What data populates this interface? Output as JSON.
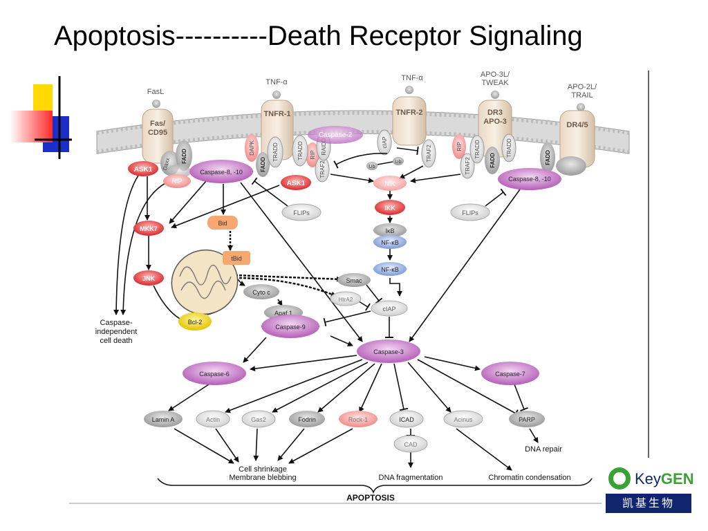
{
  "title": "Apoptosis----------Death Receptor Signaling",
  "ligands": {
    "fasl": "FasL",
    "tnf_a_1": "TNF-α",
    "tnf_a_2": "TNF-α",
    "apo3l_1": "APO-3L/",
    "apo3l_2": "TWEAK",
    "apo2l_1": "APO-2L/",
    "apo2l_2": "TRAIL"
  },
  "receptors": {
    "fas_1": "Fas/",
    "fas_2": "CD95",
    "tnfr1": "TNFR-1",
    "tnfr2": "TNFR-2",
    "dr3_1": "DR3",
    "dr3_2": "APO-3",
    "dr45": "DR4/5"
  },
  "adaptors": {
    "daxx": "Daxx",
    "fadd1": "FADD",
    "dapk": "DAPK",
    "fadd2": "FADD",
    "tradd1": "TRADD",
    "rip1": "RIP",
    "traf2a": "TRAF2",
    "raidd": "RAIDD",
    "caspase2": "Caspase-2",
    "tradd2": "TRADD",
    "ciap_top": "cIAP",
    "traf2b": "TRAF2",
    "ub1": "Ub",
    "ub2": "Ub",
    "rip2": "RIP",
    "traf2c": "TRAF2",
    "tradd3": "TRADD",
    "fadd3": "FADD",
    "tradd4": "TRADD",
    "fadd4": "FADD"
  },
  "nodes": {
    "ask1_left": "ASK1",
    "rip_left": "RIP",
    "caspase810_left": "Caspase-8, -10",
    "ask1_mid": "ASK1",
    "flips_left": "FLIPs",
    "nik": "NIK",
    "ikk": "IKK",
    "ikb": "IκB",
    "nfkb1": "NF-κB",
    "nfkb2": "NF-κB",
    "caspase810_right": "Caspase-8, -10",
    "flips_right": "FLIPs",
    "mkk7": "MKK7",
    "bid": "Bid",
    "tbid": "tBid",
    "jnk": "JNK",
    "bcl2": "Bcl-2",
    "cytoc": "Cyto c",
    "apaf1": "Apaf 1",
    "caspase9": "Caspase-9",
    "smac": "Smac",
    "htra2": "HtrA2",
    "ciap": "cIAP",
    "caspase3": "Caspase-3",
    "caspase6": "Caspase-6",
    "caspase7": "Caspase-7",
    "lamin_a": "Lamin A",
    "actin": "Actin",
    "gas2": "Gas2",
    "fodrin": "Fodrin",
    "rock1": "Rock-1",
    "icad": "ICAD",
    "cad": "CAD",
    "acinus": "Acinus",
    "parp": "PARP"
  },
  "labels": {
    "caspase_indep_1": "Caspase-",
    "caspase_indep_2": "independent",
    "caspase_indep_3": "cell death",
    "dna_repair": "DNA repair",
    "cell_shrink_1": "Cell shrinkage",
    "cell_shrink_2": "Membrane blebbing",
    "dna_frag": "DNA fragmentation",
    "chromatin": "Chromatin condensation",
    "apoptosis": "APOPTOSIS"
  },
  "logo": {
    "key": "Key",
    "gen": "GEN",
    "chinese": "凯基生物"
  }
}
